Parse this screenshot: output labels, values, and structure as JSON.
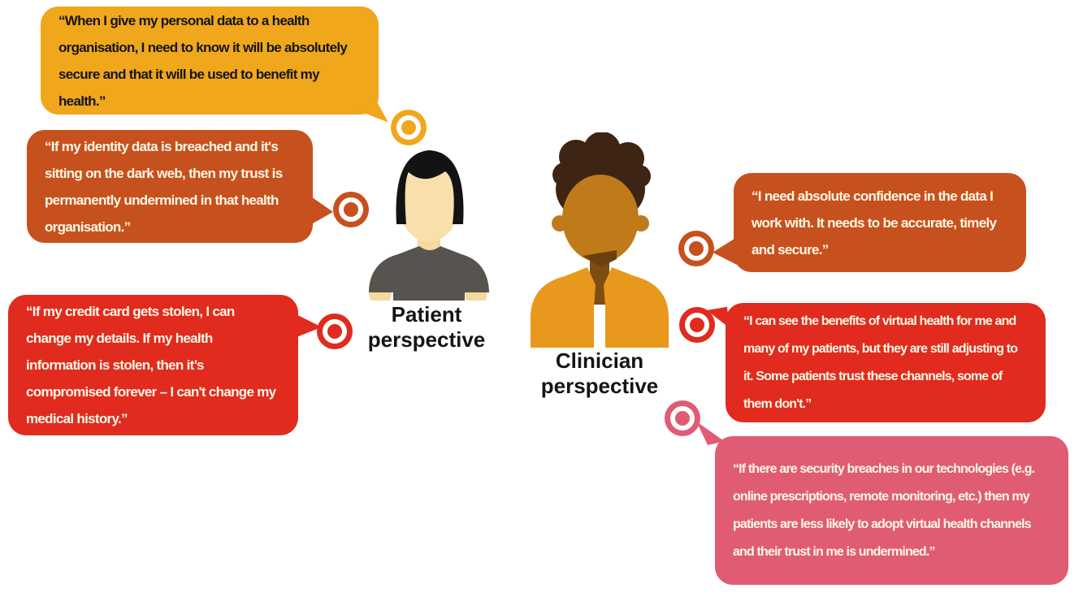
{
  "personas": {
    "patient": {
      "label": "Patient perspective",
      "quotes": [
        {
          "id": "data-security",
          "text": "“When I give my personal data to a health organisation, I need to know it will be absolutely secure and that it will be used to benefit my health.”",
          "bubble_color": "#F0A71C",
          "text_color": "#151515"
        },
        {
          "id": "identity-breach",
          "text": "“If my identity data is breached and it's sitting on the dark web, then my trust is permanently undermined in that health organisation.”",
          "bubble_color": "#C7511E",
          "text_color": "#FFF8E6"
        },
        {
          "id": "medical-history",
          "text": "“If my credit card gets stolen, I can change my details. If my health information is stolen, then it’s compromised forever –  I can't change my medical history.”",
          "bubble_color": "#E02B1E",
          "text_color": "#FFF8E6"
        }
      ]
    },
    "clinician": {
      "label": "Clinician perspective",
      "quotes": [
        {
          "id": "data-confidence",
          "text": "“I need absolute confidence in the data I work with. It needs to be accurate, timely and secure.”",
          "bubble_color": "#C7511E",
          "text_color": "#FFF8E6"
        },
        {
          "id": "virtual-health-adoption",
          "text": "“I can see the benefits of virtual health for me and many of my patients, but they are still adjusting to it. Some patients trust these channels, some of them don't.”",
          "bubble_color": "#E02B1E",
          "text_color": "#FFF8E6"
        },
        {
          "id": "security-breach-trust",
          "text": "“If there are security breaches in our technologies (e.g. online prescriptions, remote monitoring, etc.) then my patients are less likely to adopt virtual health channels and their trust in me is undermined.”",
          "bubble_color": "#E05C75",
          "text_color": "#FFF8E6"
        }
      ]
    }
  },
  "icons": {
    "target": "bullseye-target"
  },
  "palette": {
    "amber": "#F0A71C",
    "burnt_orange": "#C7511E",
    "red": "#E02B1E",
    "pink": "#E05C75",
    "quote_text_light": "#FFF8E6",
    "quote_text_dark": "#151515",
    "label_text": "#151515",
    "patient_figure": {
      "hair": "#131313",
      "skin": "#F8DFAC",
      "shirt": "#57534F"
    },
    "clinician_figure": {
      "hair": "#3E2414",
      "skin": "#BF7B1A",
      "neck": "#7D4D12",
      "jacket": "#E8991D",
      "shirt": "#FFFFFF"
    }
  }
}
